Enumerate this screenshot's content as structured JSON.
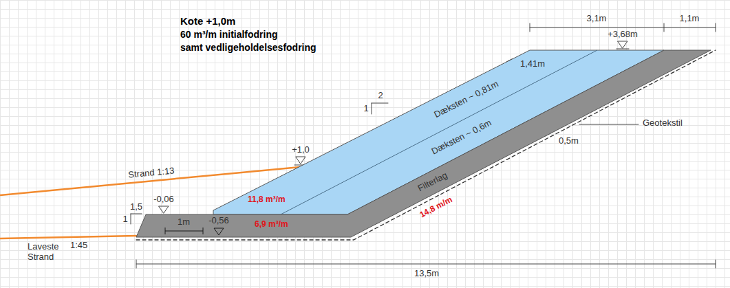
{
  "diagram": {
    "nodes": [
      {
        "text": [
          "Dæksten ~ 0,81m",
          "Dæksten ~ 0,6m",
          "11,8 m³/m"
        ]
      },
      {
        "text": [
          "Filterlag",
          "6,9 m³/m"
        ]
      }
    ],
    "labels": [
      "Kote +1,0m",
      "60 m³/m initialfodring",
      "samt vedligeholdelsesfodring",
      "3,1m",
      "1,1m",
      "+3,68m",
      "2",
      "1",
      "1,41m",
      "0,5m",
      "Geotekstil",
      "+1,0",
      "Strand 1:13",
      "-0,06",
      "1,5",
      "1",
      "1m",
      "-0,56",
      "14,8 m/m",
      "Laveste Strand",
      "1:45",
      "13,5m"
    ]
  }
}
